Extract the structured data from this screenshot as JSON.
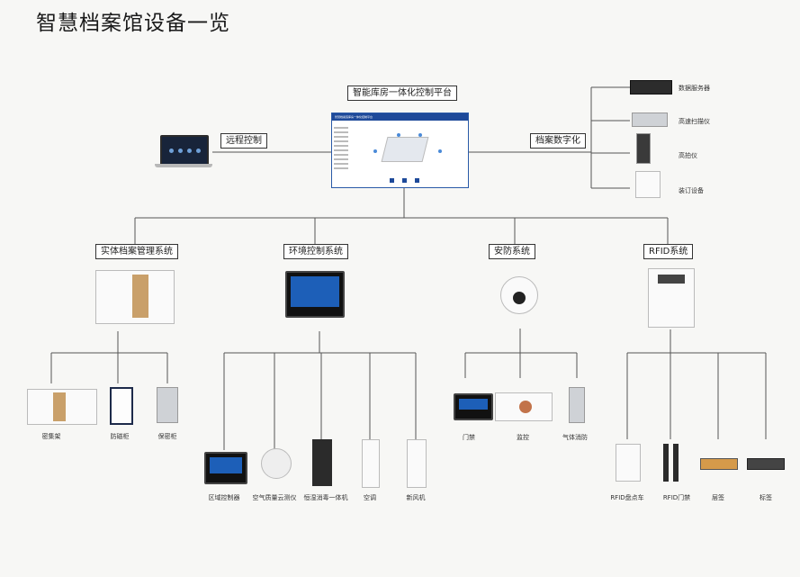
{
  "title": "智慧档案馆设备一览",
  "platform": {
    "label": "智能库房一体化控制平台",
    "screen_title": "智慧档案馆库房一体化控制平台"
  },
  "remote": {
    "label": "远程控制"
  },
  "digital": {
    "label": "档案数字化",
    "items": [
      {
        "label": "数据服务器",
        "icon": "server-icon"
      },
      {
        "label": "高速扫描仪",
        "icon": "scanner-icon"
      },
      {
        "label": "高拍仪",
        "icon": "document-camera-icon"
      },
      {
        "label": "装订设备",
        "icon": "binding-machine-icon"
      }
    ]
  },
  "systems": [
    {
      "label": "实体档案管理系统",
      "children": [
        "密集架",
        "防磁柜",
        "保密柜"
      ]
    },
    {
      "label": "环境控制系统",
      "children": [
        "区域控制器",
        "空气质量云测仪",
        "恒湿消毒一体机",
        "空调",
        "新风机"
      ]
    },
    {
      "label": "安防系统",
      "children": [
        "门禁",
        "监控",
        "气体消防"
      ]
    },
    {
      "label": "RFID系统",
      "children": [
        "RFID盘点车",
        "RFID门禁",
        "层签",
        "标签"
      ]
    }
  ],
  "colors": {
    "line": "#555555",
    "screen_blue": "#1e4a9a",
    "box_border": "#333333"
  }
}
